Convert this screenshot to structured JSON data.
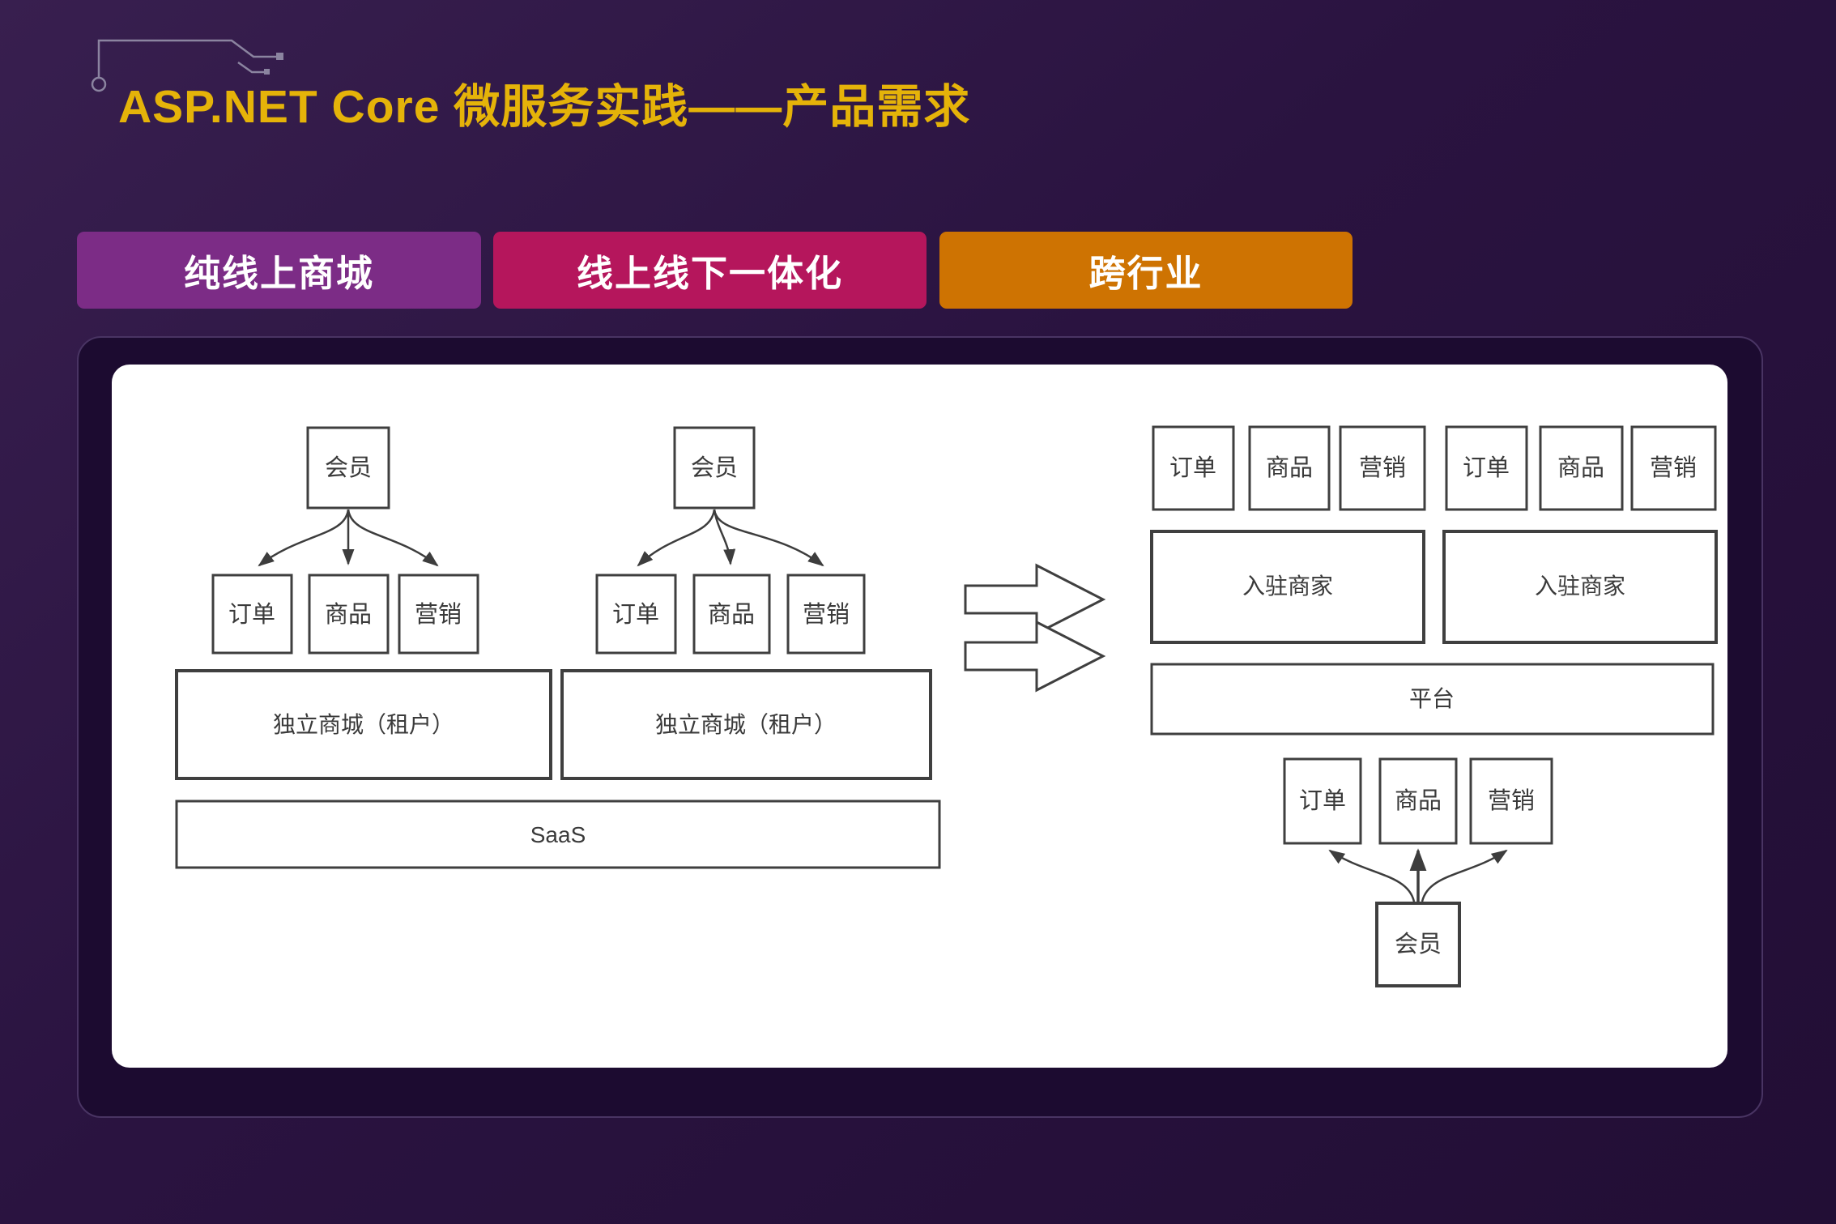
{
  "title": "ASP.NET Core 微服务实践——产品需求",
  "tabs": [
    {
      "label": "纯线上商城",
      "color": "#7c2c86"
    },
    {
      "label": "线上线下一体化",
      "color": "#b5165c"
    },
    {
      "label": "跨行业",
      "color": "#ce7302"
    }
  ],
  "colors": {
    "background": "#2a1340",
    "outer_panel": "#1c0b30",
    "card": "#ffffff",
    "title_gold": "#e5b309",
    "diagram_line": "#3f3f3f"
  },
  "diagram": {
    "tenant_a": {
      "member": "会员",
      "order": "订单",
      "product": "商品",
      "marketing": "营销",
      "platform": "独立商城（租户）"
    },
    "tenant_b": {
      "member": "会员",
      "order": "订单",
      "product": "商品",
      "marketing": "营销",
      "platform": "独立商城（租户）"
    },
    "saas": "SaaS",
    "cross_industry": {
      "top_services": [
        "订单",
        "商品",
        "营销",
        "订单",
        "商品",
        "营销"
      ],
      "merchant_1": "入驻商家",
      "merchant_2": "入驻商家",
      "platform": "平台",
      "bottom_services": [
        "订单",
        "商品",
        "营销"
      ],
      "member": "会员"
    }
  }
}
